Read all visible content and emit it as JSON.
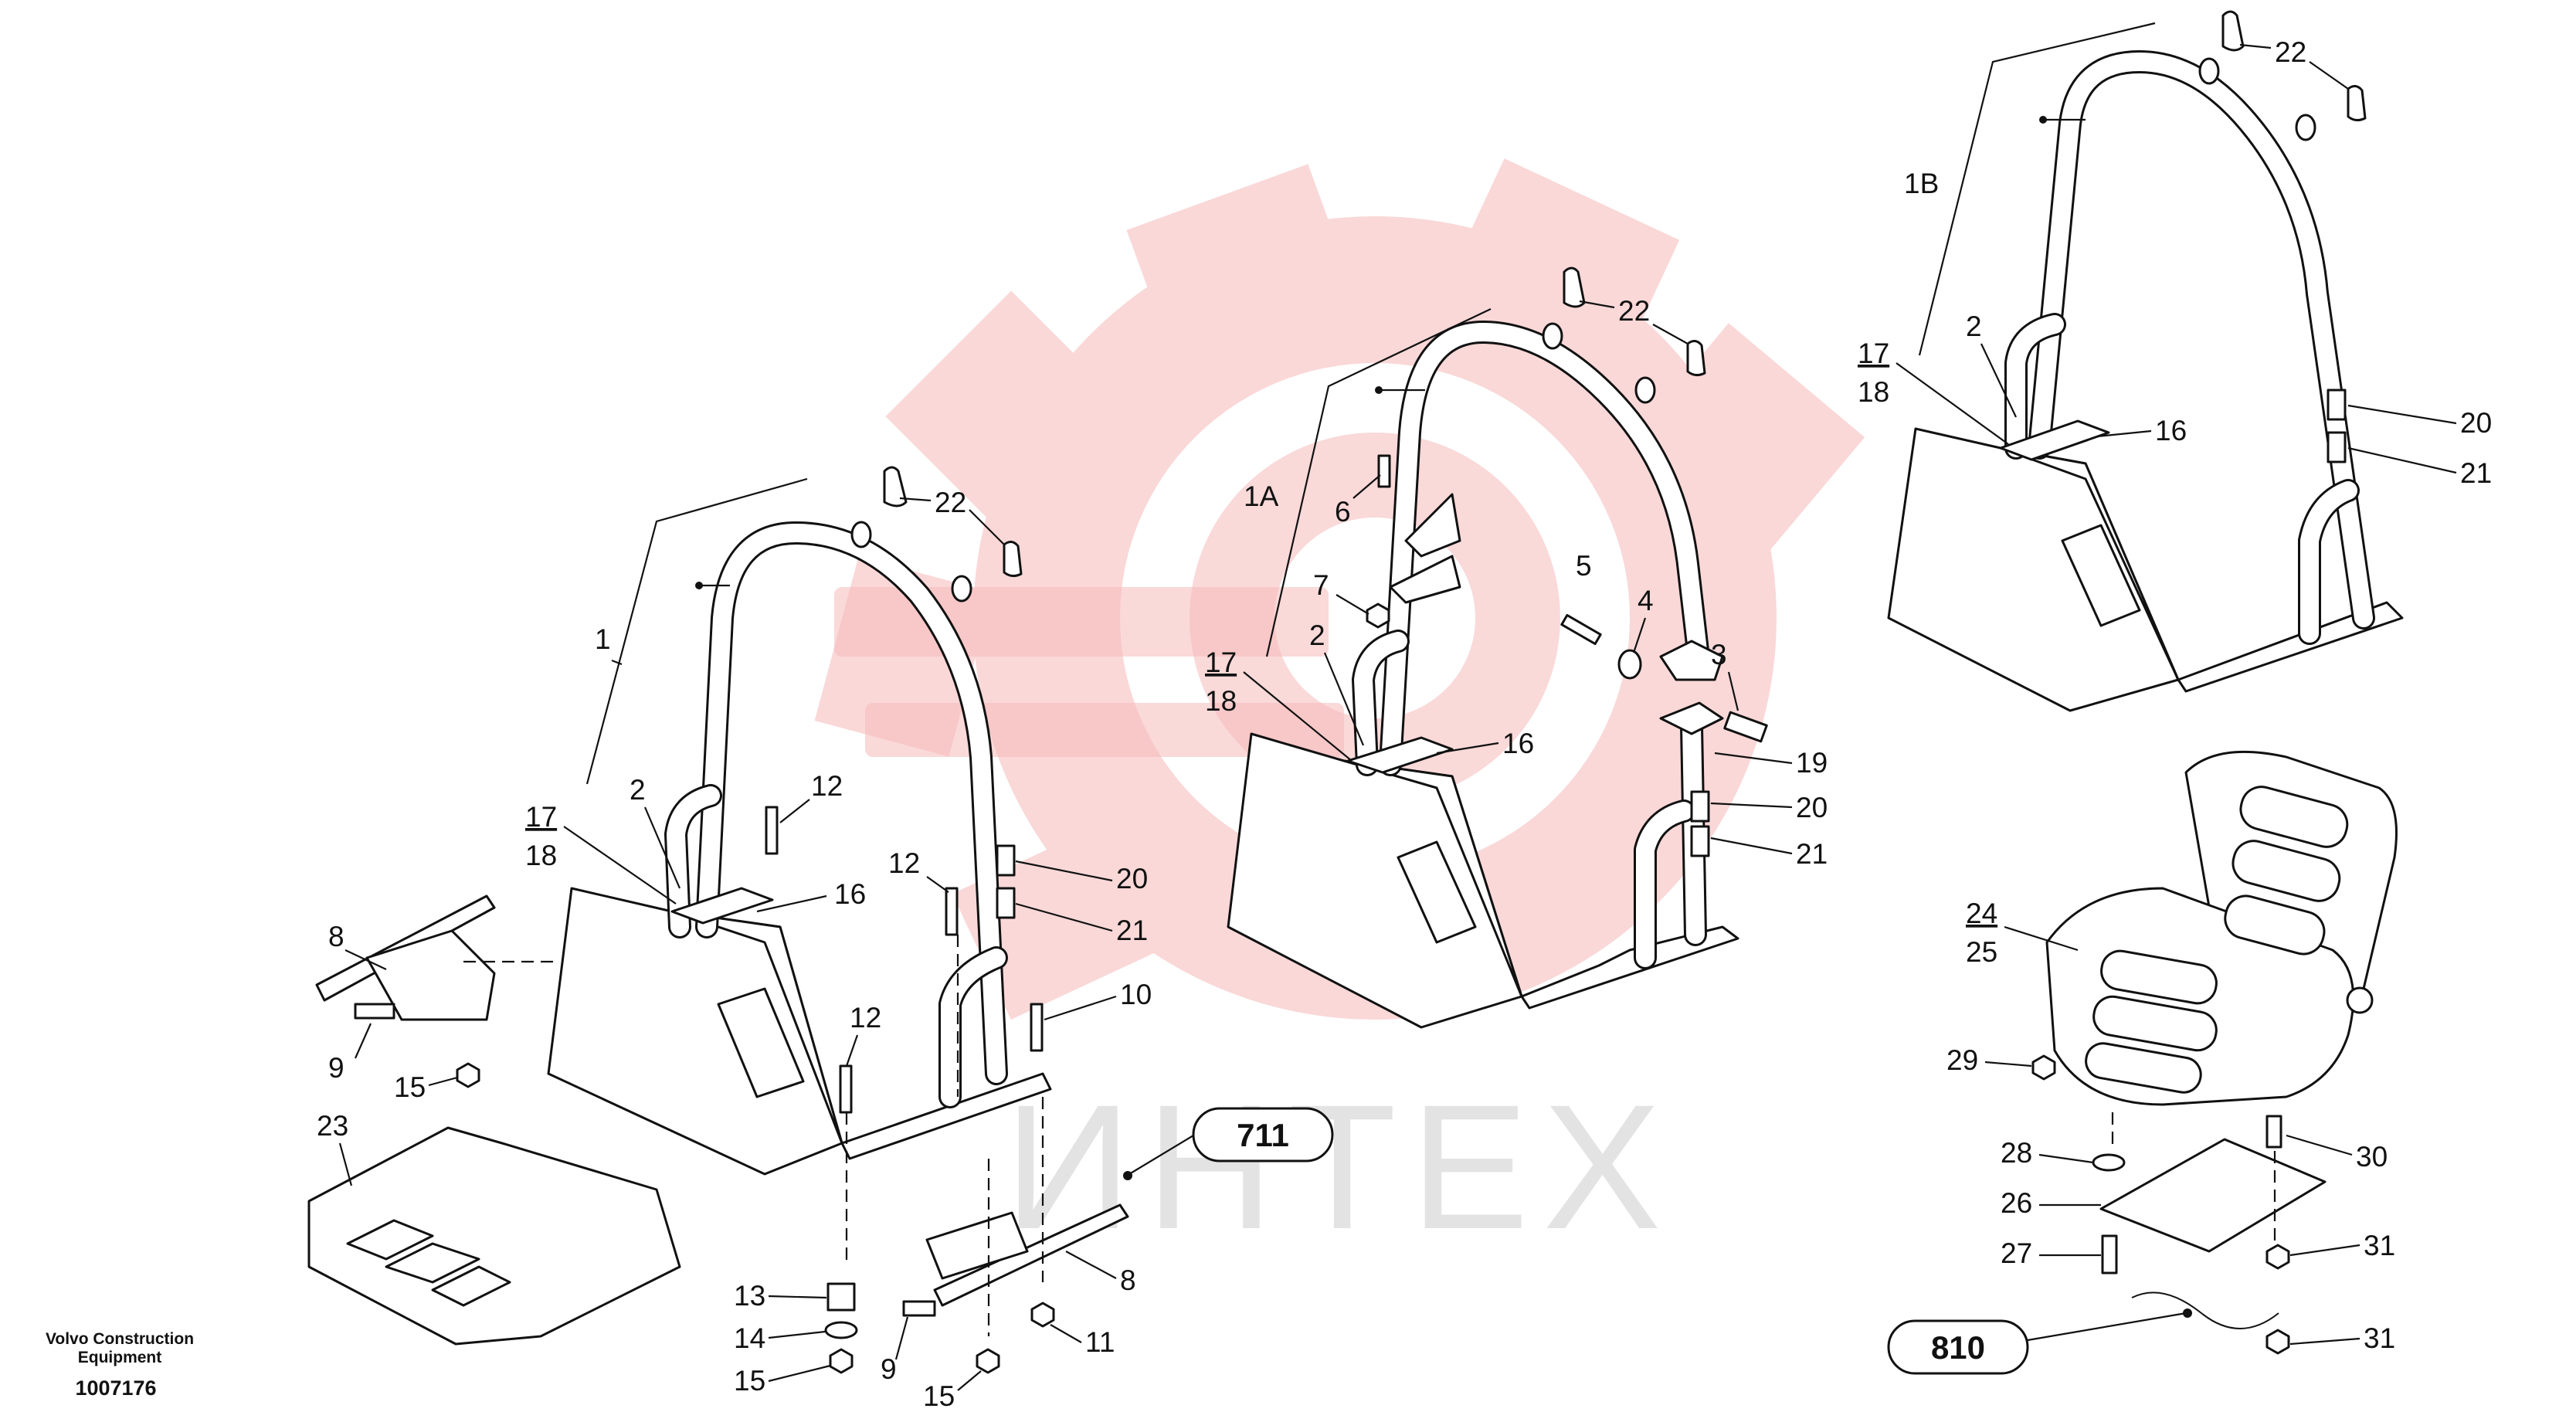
{
  "watermark": {
    "text": "ИНТЕХ",
    "color": "#f4a6a6"
  },
  "footer": {
    "brand": "Volvo Construction",
    "brand_line2": "Equipment",
    "drawing_id": "1007176"
  },
  "references": {
    "ref_711": "711",
    "ref_810": "810"
  },
  "labels": {
    "l1": "1",
    "l2a": "2",
    "l12a": "12",
    "l12b": "12",
    "l12c": "12",
    "l17a": "17",
    "l18a": "18",
    "l16a": "16",
    "l22a": "22",
    "l20a": "20",
    "l21a": "21",
    "l10": "10",
    "l8a": "8",
    "l9a": "9",
    "l15a": "15",
    "l23": "23",
    "l13": "13",
    "l14": "14",
    "l15b": "15",
    "l9b": "9",
    "l15c": "15",
    "l11": "11",
    "l8b": "8",
    "l1A": "1A",
    "l6": "6",
    "l7": "7",
    "l2b": "2",
    "l17b": "17",
    "l18b": "18",
    "l16b": "16",
    "l22b": "22",
    "l5": "5",
    "l4": "4",
    "l3": "3",
    "l19": "19",
    "l20b": "20",
    "l21b": "21",
    "l1B": "1B",
    "l22c": "22",
    "l2c": "2",
    "l17c": "17",
    "l18c": "18",
    "l16c": "16",
    "l20c": "20",
    "l21c": "21",
    "l24": "24",
    "l25": "25",
    "l29": "29",
    "l28": "28",
    "l26": "26",
    "l27": "27",
    "l30": "30",
    "l31a": "31",
    "l31b": "31"
  }
}
